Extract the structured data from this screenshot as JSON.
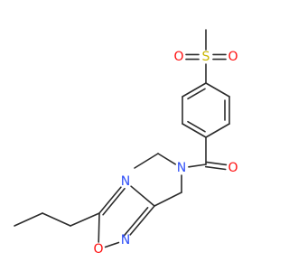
{
  "molecule": {
    "atoms": {
      "sulfur": {
        "symbol": "S",
        "color": "#c9b600"
      },
      "sulfonyl_oxygen_left": {
        "symbol": "O",
        "color": "#ff0d0d"
      },
      "sulfonyl_oxygen_right": {
        "symbol": "O",
        "color": "#ff0d0d"
      },
      "carbonyl_oxygen": {
        "symbol": "O",
        "color": "#ff0d0d"
      },
      "amide_nitrogen": {
        "symbol": "N",
        "color": "#3050f8"
      },
      "ring_nitrogen_top": {
        "symbol": "N",
        "color": "#3050f8"
      },
      "ring_nitrogen_bottom": {
        "symbol": "N",
        "color": "#3050f8"
      },
      "ring_oxygen": {
        "symbol": "O",
        "color": "#ff0d0d"
      }
    },
    "bond_color": "#2b2b2b"
  }
}
